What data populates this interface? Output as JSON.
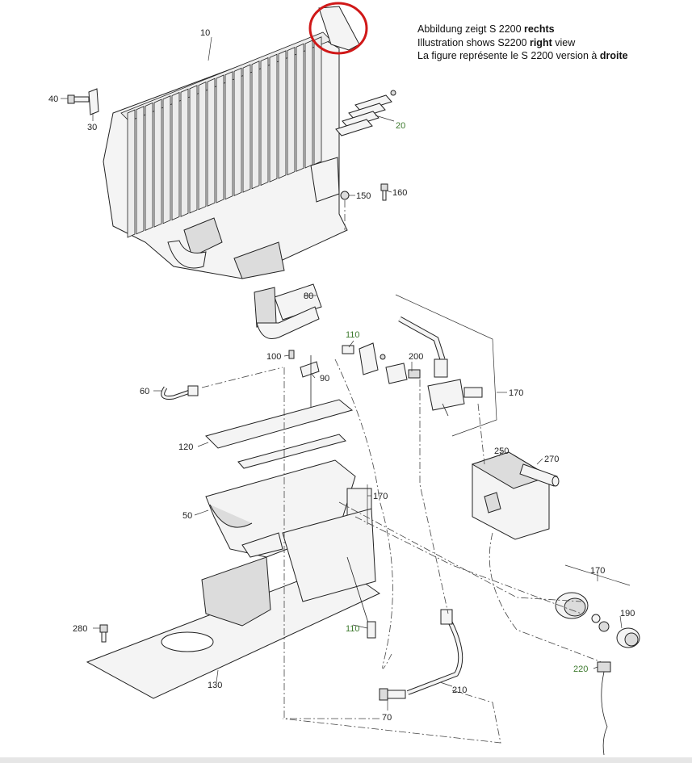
{
  "caption": {
    "line1_prefix": "Abbildung zeigt S 2200 ",
    "line1_bold": "rechts",
    "line2_prefix": "Illustration shows S2200 ",
    "line2_bold": "right",
    "line2_suffix": " view",
    "line3_prefix": "La figure représente le S 2200 version à ",
    "line3_bold": "droite"
  },
  "labels": {
    "l10": "10",
    "l20": "20",
    "l30": "30",
    "l40": "40",
    "l50": "50",
    "l60": "60",
    "l70": "70",
    "l80": "80",
    "l90": "90",
    "l100": "100",
    "l110a": "110",
    "l110b": "110",
    "l120": "120",
    "l130": "130",
    "l150": "150",
    "l160": "160",
    "l170a": "170",
    "l170b": "170",
    "l170c": "170",
    "l190": "190",
    "l200": "200",
    "l210": "210",
    "l220": "220",
    "l250": "250",
    "l270": "270",
    "l280": "280"
  },
  "colors": {
    "highlight_circle": "#d01818",
    "green_label": "#3d7a2e"
  }
}
